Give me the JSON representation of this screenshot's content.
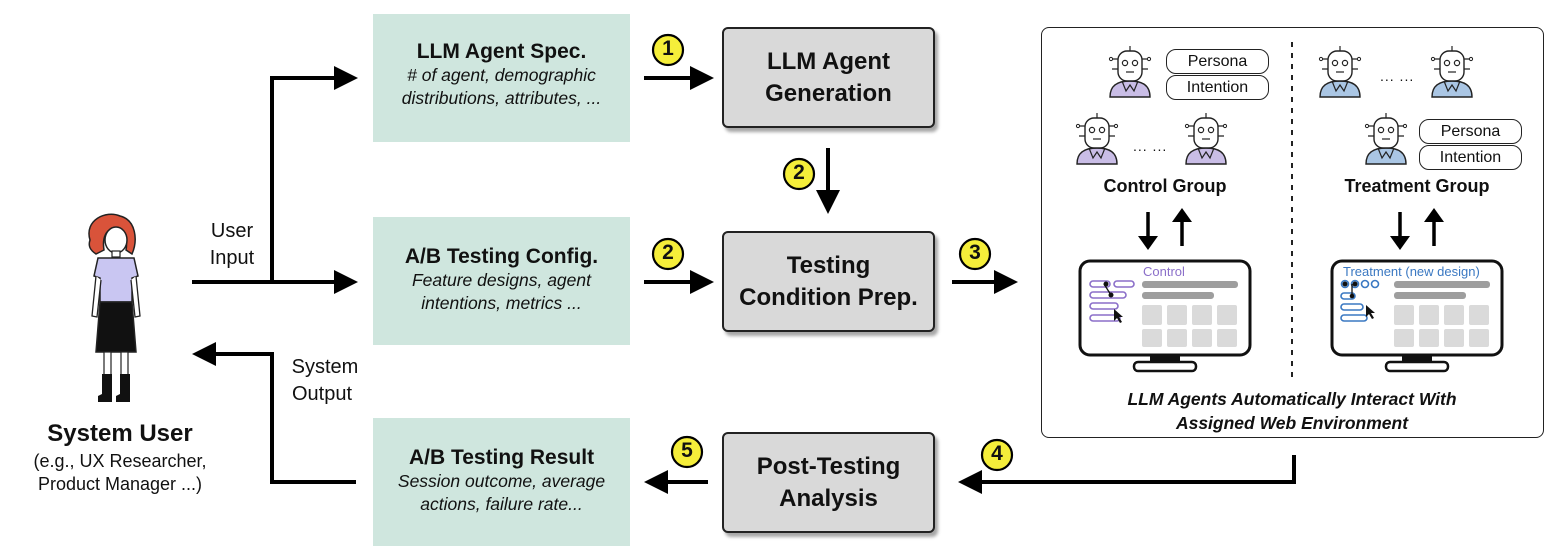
{
  "user": {
    "title": "System User",
    "subtitle_line1": "(e.g., UX Researcher,",
    "subtitle_line2": "Product Manager ...)",
    "input_line1": "User",
    "input_line2": "Input",
    "output_line1": "System",
    "output_line2": "Output"
  },
  "spec": {
    "title": "LLM Agent Spec.",
    "line1": "# of agent, demographic",
    "line2": "distributions, attributes, ..."
  },
  "config": {
    "title": "A/B Testing Config.",
    "line1": "Feature designs, agent",
    "line2": "intentions, metrics ..."
  },
  "result": {
    "title": "A/B Testing Result",
    "line1": "Session outcome, average",
    "line2": "actions, failure rate..."
  },
  "steps": {
    "generation_line1": "LLM Agent",
    "generation_line2": "Generation",
    "prep_line1": "Testing",
    "prep_line2": "Condition Prep.",
    "analysis_line1": "Post-Testing",
    "analysis_line2": "Analysis"
  },
  "badges": [
    "1",
    "2",
    "2",
    "3",
    "4",
    "5"
  ],
  "panel": {
    "persona": "Persona",
    "intention": "Intention",
    "ellipsis": "... ...",
    "control_group": "Control Group",
    "treatment_group": "Treatment Group",
    "control_screen": "Control",
    "treatment_screen": "Treatment (new design)",
    "caption_line1": "LLM Agents Automatically Interact With",
    "caption_line2": "Assigned Web Environment"
  },
  "colors": {
    "teal_box": "#cfe6de",
    "gray_box": "#d9d9d9",
    "badge": "#f5ee3a",
    "control_purple": "#8b6fc9",
    "treatment_blue": "#3a78c2",
    "robot_purple": "#c9bde6",
    "robot_blue": "#aac6e4",
    "person_shirt": "#c9c6f2",
    "person_hair": "#d9533a"
  },
  "icons": [
    "person-icon",
    "robot-icon",
    "monitor-icon",
    "cursor-icon"
  ]
}
